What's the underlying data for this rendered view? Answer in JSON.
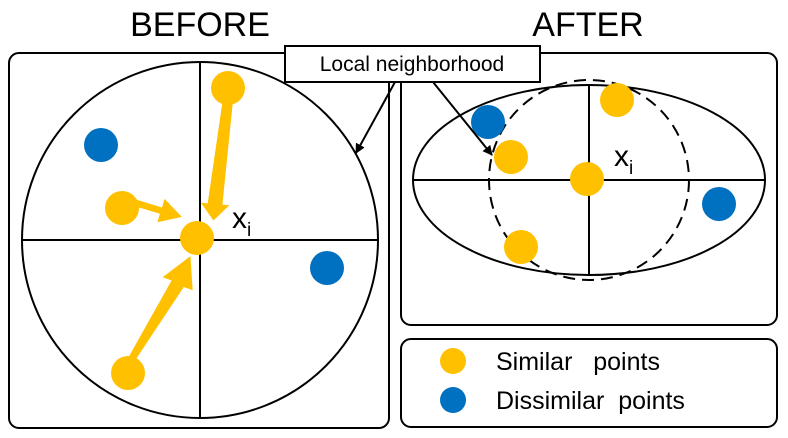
{
  "titles": {
    "before": "BEFORE",
    "after": "AFTER"
  },
  "callout": {
    "label": "Local neighborhood"
  },
  "point_label": {
    "base": "x",
    "subscript": "i"
  },
  "legend": {
    "similar": "Similar   points",
    "dissimilar": "Dissimilar  points"
  },
  "colors": {
    "similar": "#FFC000",
    "dissimilar": "#0070C0",
    "arrow": "#FFC000",
    "outline": "#000000"
  }
}
